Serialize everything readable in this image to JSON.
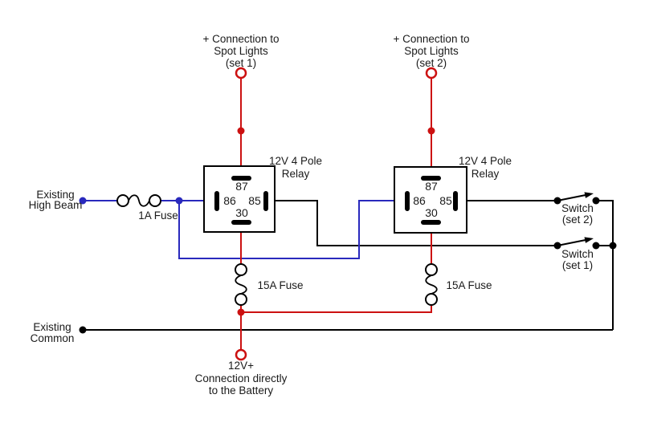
{
  "colors": {
    "wire_red": "#cc1111",
    "wire_blue": "#2929bd",
    "wire_black": "#000000",
    "background": "#ffffff"
  },
  "spot_light_1": {
    "line1": "+ Connection to",
    "line2": "Spot Lights",
    "line3": "(set 1)"
  },
  "spot_light_2": {
    "line1": "+ Connection to",
    "line2": "Spot Lights",
    "line3": "(set 2)"
  },
  "relay_1": {
    "title_line1": "12V 4 Pole",
    "title_line2": "Relay",
    "pin_top": "87",
    "pin_left": "86",
    "pin_right": "85",
    "pin_bottom": "30"
  },
  "relay_2": {
    "title_line1": "12V 4 Pole",
    "title_line2": "Relay",
    "pin_top": "87",
    "pin_left": "86",
    "pin_right": "85",
    "pin_bottom": "30"
  },
  "fuse_high_beam": "1A Fuse",
  "fuse_relay_1": "15A Fuse",
  "fuse_relay_2": "15A Fuse",
  "high_beam": {
    "line1": "Existing",
    "line2": "High Beam"
  },
  "common": {
    "line1": "Existing",
    "line2": "Common"
  },
  "switch_set_2": {
    "line1": "Switch",
    "line2": "(set 2)"
  },
  "switch_set_1": {
    "line1": "Switch",
    "line2": "(set 1)"
  },
  "battery": {
    "line1": "12V+",
    "line2": "Connection directly",
    "line3": "to the Battery"
  }
}
